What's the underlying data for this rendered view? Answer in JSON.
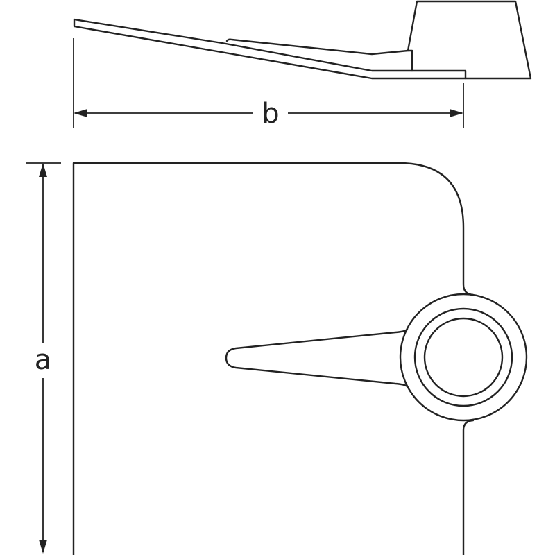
{
  "diagram": {
    "dimension_labels": {
      "width": "b",
      "height": "a"
    },
    "views": [
      "side-view",
      "top-view"
    ],
    "line_color": "#222222"
  }
}
